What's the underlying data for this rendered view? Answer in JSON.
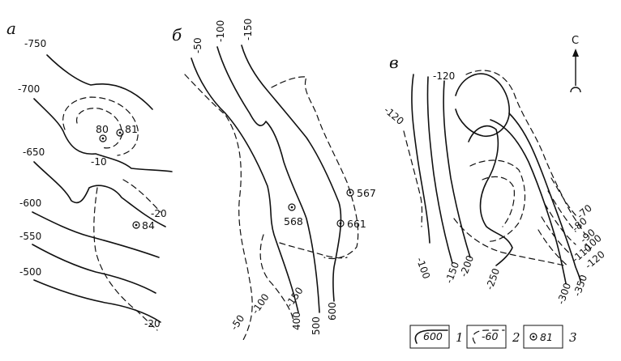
{
  "panels": [
    {
      "id": "a",
      "label": "а"
    },
    {
      "id": "b",
      "label": "б"
    },
    {
      "id": "v",
      "label": "в"
    }
  ],
  "north_arrow": {
    "label": "С"
  },
  "panel_a": {
    "solid": [
      "-750",
      "-700",
      "-650",
      "-600",
      "-550",
      "-500"
    ],
    "dashed": [
      "-10",
      "-20",
      "-20"
    ],
    "wells": [
      "80",
      "81",
      "84"
    ]
  },
  "panel_b": {
    "solid_top": [
      "-50",
      "-100",
      "-150"
    ],
    "solid_bottom": [
      "400",
      "500",
      "600"
    ],
    "dashed_bottom": [
      "-50",
      "-100",
      "-150"
    ],
    "wells": [
      "568",
      "567",
      "661"
    ]
  },
  "panel_v": {
    "top": [
      "-120",
      "-120"
    ],
    "right": [
      "-70",
      "-80",
      "-90",
      "-100",
      "-110",
      "-120"
    ],
    "bottom": [
      "-100",
      "-150",
      "-200",
      "-250",
      "-300",
      "-350"
    ]
  },
  "legend": [
    {
      "sample": "600",
      "index": "1"
    },
    {
      "sample": "-60",
      "index": "2"
    },
    {
      "sample": "81",
      "index": "3"
    }
  ]
}
